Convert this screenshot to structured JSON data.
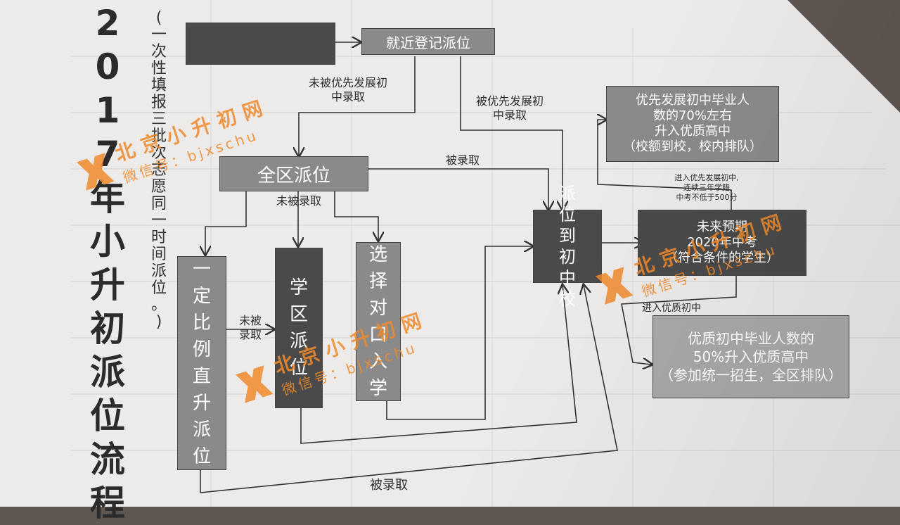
{
  "title_chars": [
    "2",
    "0",
    "1",
    "7",
    "年",
    "小",
    "升",
    "初",
    "派",
    "位",
    "流",
    "程"
  ],
  "subtitle_chars": [
    "(",
    "一",
    "次",
    "性",
    "填",
    "报",
    "三",
    "批",
    "次",
    "志",
    "愿",
    "同",
    "一",
    "时",
    "间",
    "派",
    "位",
    "。",
    ")"
  ],
  "nodes": {
    "start": "",
    "register": "就近登记派位",
    "district": "全区派位",
    "direct": [
      "一",
      "定",
      "比",
      "例",
      "直",
      "升",
      "派",
      "位"
    ],
    "xuequ": [
      "学",
      "区",
      "派",
      "位"
    ],
    "duikou": [
      "选",
      "择",
      "对",
      "口",
      "入",
      "学"
    ],
    "assign": [
      "派",
      "位",
      "到",
      "初",
      "中",
      "校"
    ],
    "priority70": "优先发展初中毕业人\n数的70%左右\n升入优质高中\n（校额到校，校内排队）",
    "future": "未来预期\n2020年中考\n（符合条件的学生）",
    "quality50": "优质初中毕业人数的\n50%升入优质高中\n（参加统一招生，全区排队）"
  },
  "edge_labels": {
    "not_priority": "未被优先发展初\n中录取",
    "priority": "被优先发展初\n中录取",
    "admitted_top": "被录取",
    "not_admitted": "未被录取",
    "not_admitted_short": "未被\n录取",
    "admitted_bottom": "被录取",
    "enter_priority": "进入优先发展初中,\n连续三年学籍\n中考不低于500分",
    "enter_quality": "进入优质初中"
  },
  "watermark": {
    "name": "北京小升初网",
    "id": "微信号：bjxschu",
    "color": "#f08a2b"
  }
}
